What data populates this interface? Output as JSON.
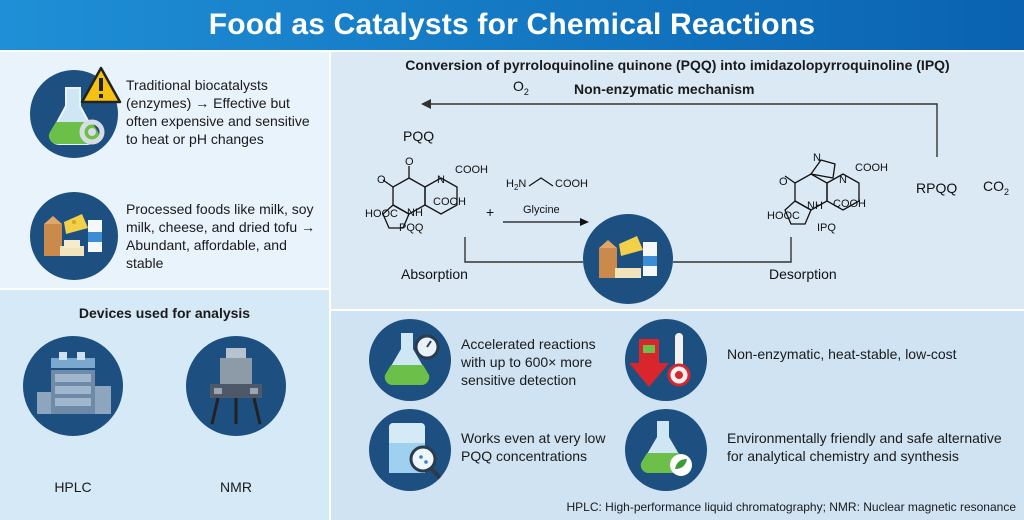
{
  "header": {
    "title": "Food as Catalysts for Chemical Reactions"
  },
  "left": {
    "enzyme_text": "Traditional biocatalysts (enzymes) → Effective but often expensive and sensitive to heat or pH changes",
    "food_text": "Processed foods like milk, soy milk, cheese, and dried tofu → Abundant, affordable, and stable",
    "devices_title": "Devices used for analysis",
    "device1": "HPLC",
    "device2": "NMR"
  },
  "mechanism": {
    "title": "Conversion of pyrroloquinoline quinone (PQQ) into imidazolopyrroquinoline (IPQ)",
    "o2": "O",
    "o2_sub": "2",
    "subtitle": "Non-enzymatic mechanism",
    "pqq_top": "PQQ",
    "pqq_label": "PQQ",
    "ipq_label": "IPQ",
    "plus": "+",
    "glycine": "Glycine",
    "glycine_struct_a": "H",
    "glycine_struct_sub": "2",
    "glycine_struct_b": "N",
    "glycine_cooh": "COOH",
    "rpqq": "RPQQ",
    "co2": "CO",
    "co2_sub": "2",
    "absorption": "Absorption",
    "desorption": "Desorption",
    "cooh": "COOH",
    "hooc": "HOOC",
    "nh": "NH",
    "n": "N",
    "o": "O"
  },
  "benefits": {
    "b1": "Accelerated reactions with up to 600× more sensitive detection",
    "b2": "Works even at very low PQQ concentrations",
    "b3": "Non-enzymatic, heat-stable, low-cost",
    "b4": "Environmentally friendly and safe alternative for analytical chemistry and synthesis"
  },
  "footnote": "HPLC: High-performance liquid chromatography; NMR: Nuclear magnetic resonance",
  "colors": {
    "header": "#0a62b0",
    "circle": "#1d4f80",
    "liquid": "#6cc04a",
    "arrow_red": "#d9262c",
    "warning": "#f5c211"
  }
}
